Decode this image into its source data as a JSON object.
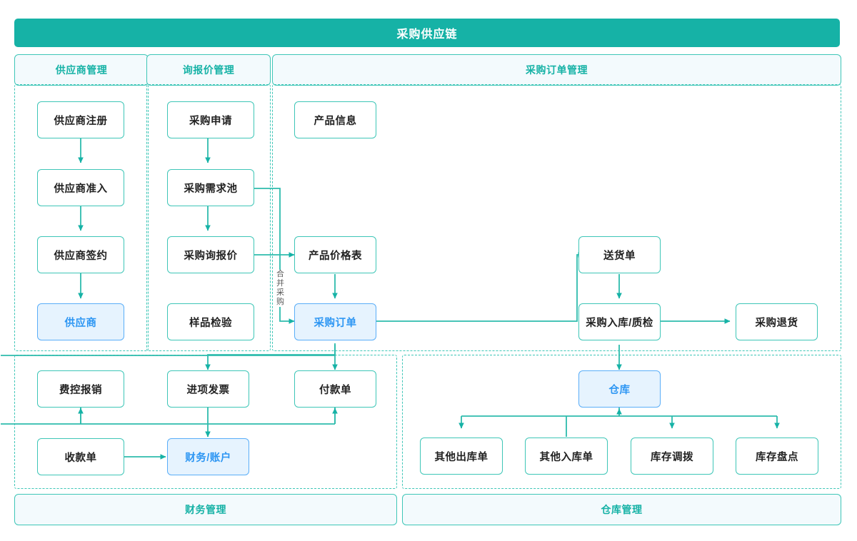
{
  "header": {
    "title": "采购供应链"
  },
  "groups": {
    "top": [
      {
        "id": "supplier-mgmt",
        "label": "供应商管理"
      },
      {
        "id": "rfq-mgmt",
        "label": "询报价管理"
      },
      {
        "id": "po-mgmt",
        "label": "采购订单管理"
      }
    ],
    "bottom": [
      {
        "id": "finance-mgmt",
        "label": "财务管理"
      },
      {
        "id": "warehouse-mgmt",
        "label": "仓库管理"
      }
    ]
  },
  "nodes": {
    "supplier_register": {
      "label": "供应商注册",
      "highlight": false
    },
    "supplier_access": {
      "label": "供应商准入",
      "highlight": false
    },
    "supplier_sign": {
      "label": "供应商签约",
      "highlight": false
    },
    "supplier": {
      "label": "供应商",
      "highlight": true
    },
    "purchase_request": {
      "label": "采购申请",
      "highlight": false
    },
    "demand_pool": {
      "label": "采购需求池",
      "highlight": false
    },
    "purchase_rfq": {
      "label": "采购询报价",
      "highlight": false
    },
    "sample_check": {
      "label": "样品检验",
      "highlight": false
    },
    "product_info": {
      "label": "产品信息",
      "highlight": false
    },
    "price_list": {
      "label": "产品价格表",
      "highlight": false
    },
    "purchase_order": {
      "label": "采购订单",
      "highlight": true
    },
    "delivery_note": {
      "label": "送货单",
      "highlight": false
    },
    "inbound_qc": {
      "label": "采购入库/质检",
      "highlight": false
    },
    "purchase_return": {
      "label": "采购退货",
      "highlight": false
    },
    "expense_claim": {
      "label": "费控报销",
      "highlight": false
    },
    "input_invoice": {
      "label": "进项发票",
      "highlight": false
    },
    "payment_note": {
      "label": "付款单",
      "highlight": false
    },
    "receipt_note": {
      "label": "收款单",
      "highlight": false
    },
    "finance_account": {
      "label": "财务/账户",
      "highlight": true
    },
    "warehouse": {
      "label": "仓库",
      "highlight": true
    },
    "other_outbound": {
      "label": "其他出库单",
      "highlight": false
    },
    "other_inbound": {
      "label": "其他入库单",
      "highlight": false
    },
    "stock_transfer": {
      "label": "库存调拨",
      "highlight": false
    },
    "stock_count": {
      "label": "库存盘点",
      "highlight": false
    }
  },
  "edge_labels": {
    "merge_purchase": "合并采购"
  },
  "colors": {
    "brand_teal": "#16b2a6",
    "line_teal": "#3ec6b7",
    "pill_bg": "#f3fafd",
    "highlight_bg": "#e6f3fe",
    "highlight_border": "#5aaef8",
    "highlight_text": "#2d96f3",
    "node_text": "#222222"
  }
}
